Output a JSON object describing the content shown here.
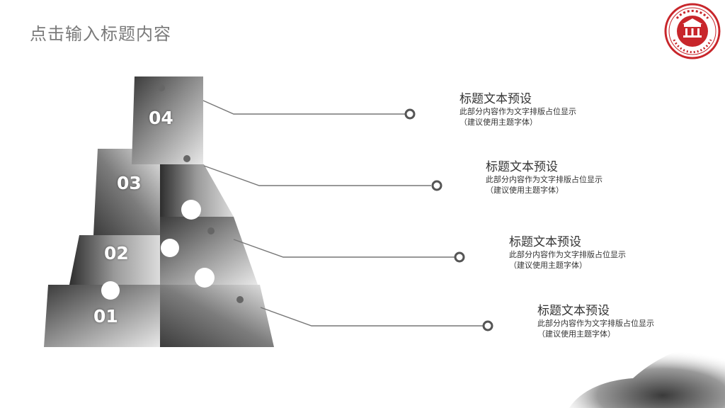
{
  "page": {
    "title": "点击输入标题内容"
  },
  "logo": {
    "icon": "university-seal-icon",
    "color": "#c8262b"
  },
  "pyramid": {
    "levels": [
      {
        "number": "01"
      },
      {
        "number": "02"
      },
      {
        "number": "03"
      },
      {
        "number": "04"
      }
    ]
  },
  "items": [
    {
      "title": "标题文本预设",
      "body": "此部分内容作为文字排版占位显示",
      "note": "（建议使用主题字体）"
    },
    {
      "title": "标题文本预设",
      "body": "此部分内容作为文字排版占位显示",
      "note": "（建议使用主题字体）"
    },
    {
      "title": "标题文本预设",
      "body": "此部分内容作为文字排版占位显示",
      "note": "（建议使用主题字体）"
    },
    {
      "title": "标题文本预设",
      "body": "此部分内容作为文字排版占位显示",
      "note": "（建议使用主题字体）"
    }
  ],
  "colors": {
    "connector": "#777777",
    "ink": "#555555"
  }
}
